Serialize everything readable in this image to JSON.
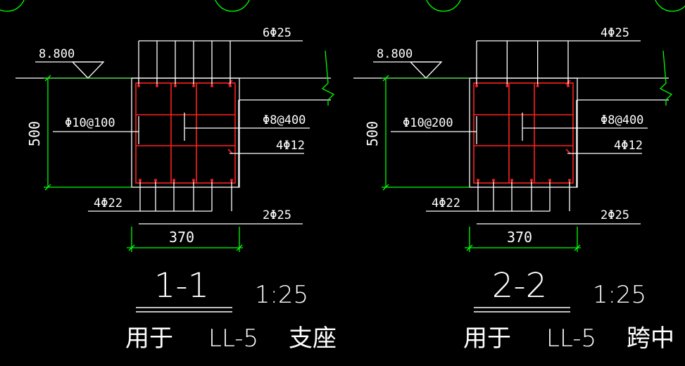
{
  "colors": {
    "background": "#000000",
    "lines": "#ffffff",
    "rebar": "#ff2020",
    "dimension": "#00ff00"
  },
  "sections": [
    {
      "elevation": "8.800",
      "top_bars": "6Φ25",
      "stirrups": "Φ10@100",
      "tie_bars": "Φ8@400",
      "side_bars": "4Φ12",
      "bottom_bars_left": "4Φ22",
      "bottom_bars_right": "2Φ25",
      "height": "500",
      "width": "370",
      "title": "1-1",
      "scale": "1:25",
      "caption_used": "用于",
      "caption_member": "LL-5",
      "caption_location": "支座"
    },
    {
      "elevation": "8.800",
      "top_bars": "4Φ25",
      "stirrups": "Φ10@200",
      "tie_bars": "Φ8@400",
      "side_bars": "4Φ12",
      "bottom_bars_left": "4Φ22",
      "bottom_bars_right": "2Φ25",
      "height": "500",
      "width": "370",
      "title": "2-2",
      "scale": "1:25",
      "caption_used": "用于",
      "caption_member": "LL-5",
      "caption_location": "跨中"
    }
  ]
}
